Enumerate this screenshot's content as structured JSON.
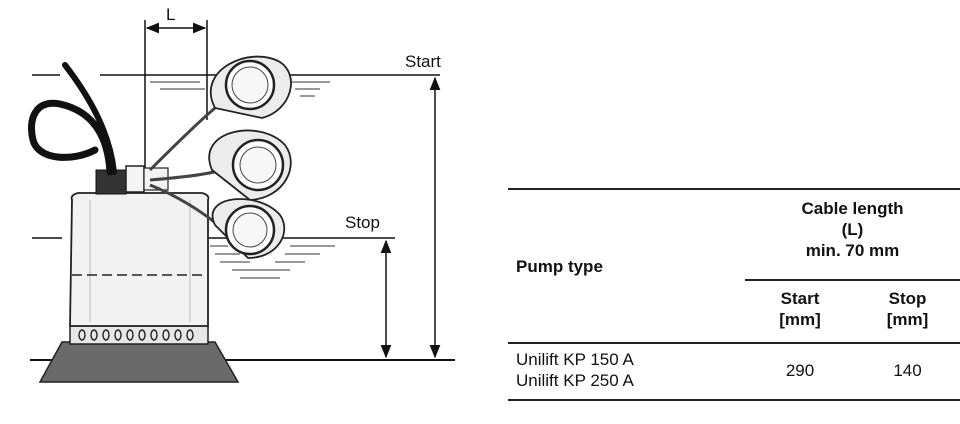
{
  "diagram": {
    "dimension_L": "L",
    "label_start": "Start",
    "label_stop": "Stop"
  },
  "table": {
    "col_pump_type": "Pump type",
    "col_cable_length": "Cable length\n(L)\nmin. 70 mm",
    "col_start": "Start\n[mm]",
    "col_stop": "Stop\n[mm]",
    "rows": [
      {
        "pump_types": "Unilift KP 150 A\nUnilift KP 250 A",
        "start": "290",
        "stop": "140"
      }
    ]
  }
}
